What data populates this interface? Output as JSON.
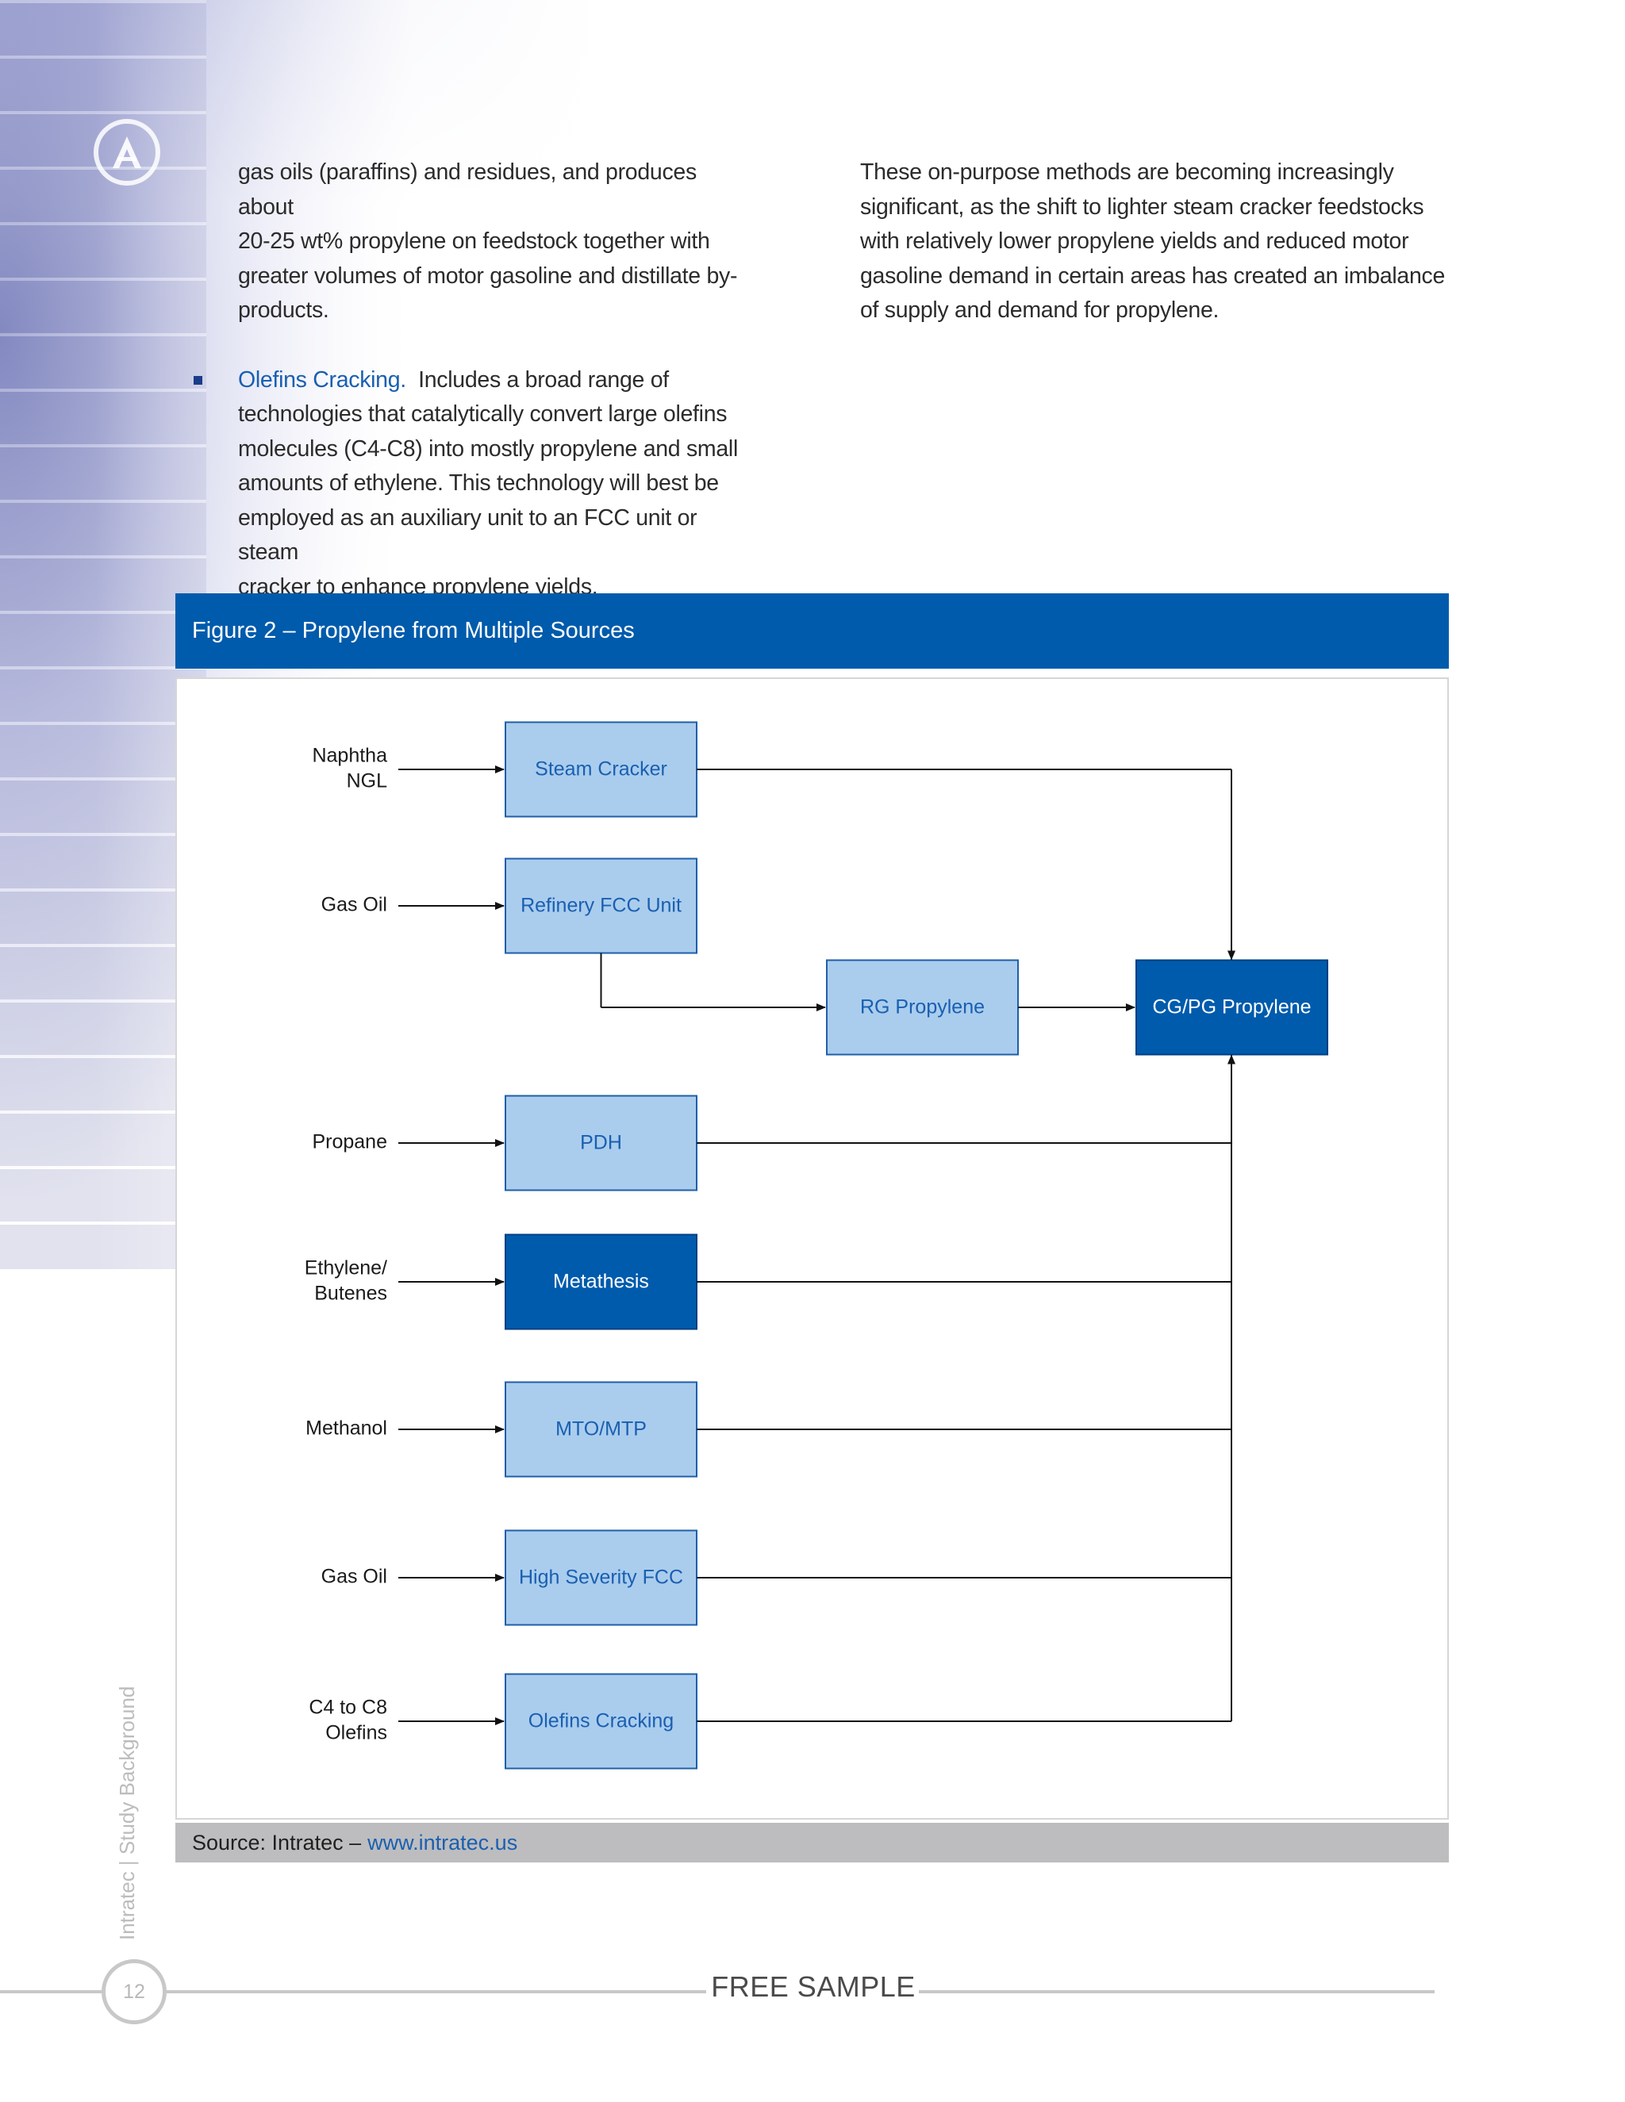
{
  "left_column": {
    "para1": [
      "gas oils (paraffins) and residues, and produces about",
      "20-25 wt% propylene on feedstock together with",
      "greater volumes of motor gasoline and distillate by-",
      "products."
    ],
    "bullet_term": "Olefins Cracking.",
    "bullet_line1_rest": "  Includes a broad range of",
    "bullet_lines": [
      "technologies that catalytically convert large olefins",
      "molecules (C4-C8) into mostly propylene and small",
      "amounts of ethylene.  This technology will best be",
      "employed as an auxiliary unit to an FCC unit or steam",
      "cracker to enhance propylene yields."
    ]
  },
  "right_column": {
    "lines": [
      "These on-purpose methods are becoming increasingly",
      "significant, as the shift to lighter steam cracker feedstocks",
      "with relatively lower propylene yields and reduced motor",
      "gasoline demand in certain areas has created an imbalance",
      "of supply and demand for propylene."
    ]
  },
  "figure": {
    "title": "Figure 2 – Propylene from Multiple Sources",
    "colors": {
      "light_box": "#aacdee",
      "dark_box": "#005bac",
      "box_border": "#1f5fa8",
      "light_text": "#1a5fb0",
      "dark_text": "#ffffff"
    },
    "process_rows": [
      {
        "input": [
          "Naphtha",
          "NGL"
        ],
        "process": "Steam Cracker",
        "style": "light"
      },
      {
        "input": [
          "Gas Oil"
        ],
        "process": "Refinery FCC Unit",
        "style": "light"
      },
      {
        "input": [
          "Propane"
        ],
        "process": "PDH",
        "style": "light"
      },
      {
        "input": [
          "Ethylene/",
          "Butenes"
        ],
        "process": "Metathesis",
        "style": "dark"
      },
      {
        "input": [
          "Methanol"
        ],
        "process": "MTO/MTP",
        "style": "light"
      },
      {
        "input": [
          "Gas Oil"
        ],
        "process": "High Severity FCC",
        "style": "light"
      },
      {
        "input": [
          "C4 to C8",
          "Olefins"
        ],
        "process": "Olefins Cracking",
        "style": "light"
      }
    ],
    "intermediate": {
      "label": "RG Propylene",
      "style": "light"
    },
    "product": {
      "label": "CG/PG Propylene",
      "style": "dark"
    },
    "source_prefix": "Source: Intratec –",
    "source_link": "www.intratec.us"
  },
  "footer": {
    "side_label": "Intratec | Study Background",
    "page_number": "12",
    "stamp": "FREE SAMPLE"
  }
}
